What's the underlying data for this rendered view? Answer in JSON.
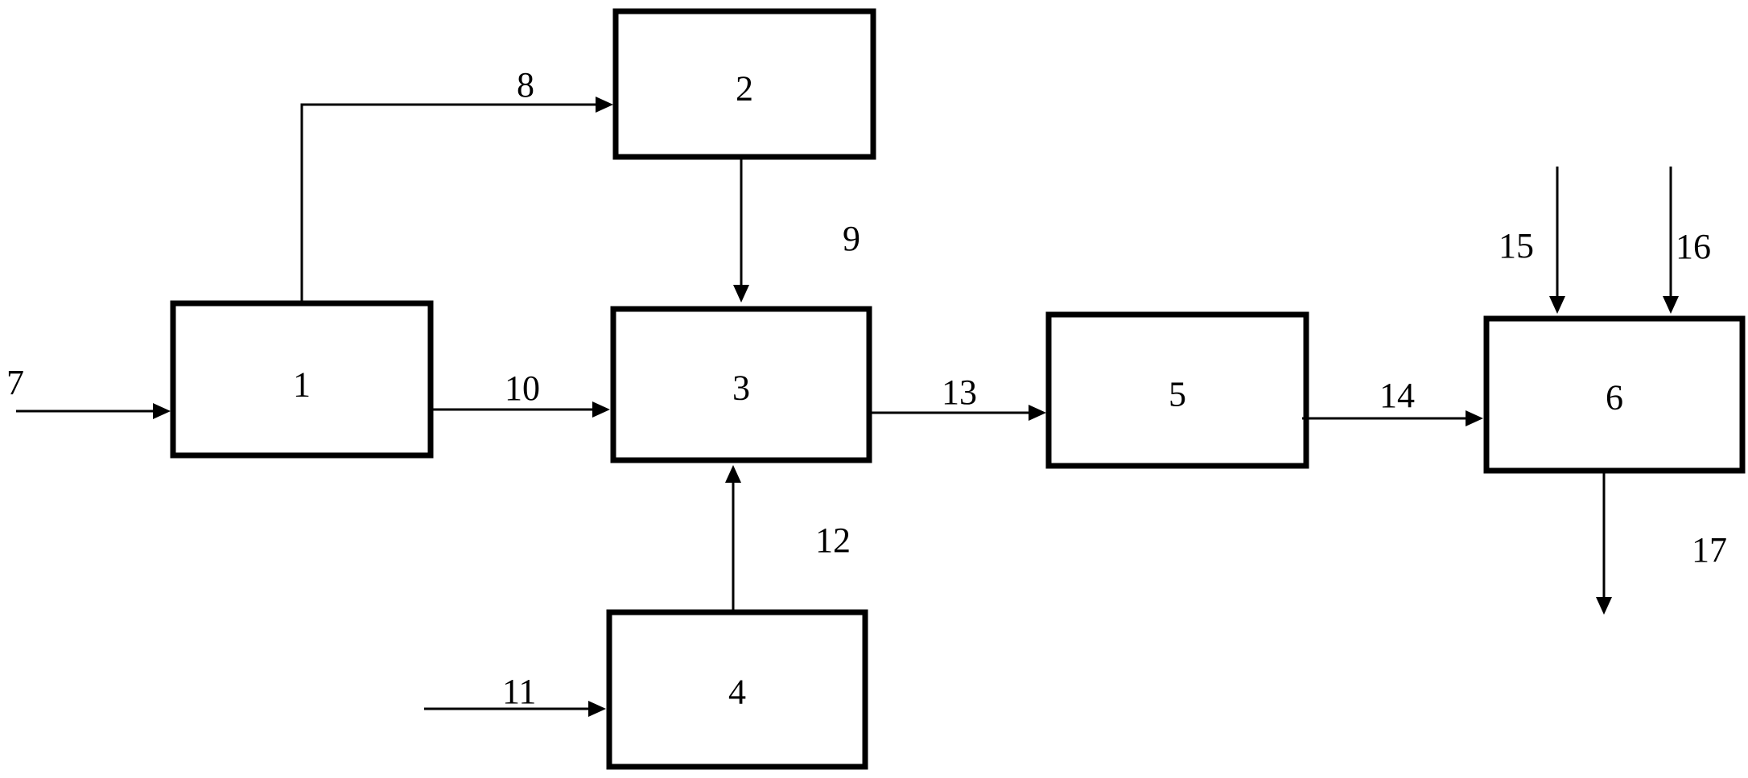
{
  "diagram": {
    "boxes": {
      "b1": "1",
      "b2": "2",
      "b3": "3",
      "b4": "4",
      "b5": "5",
      "b6": "6"
    },
    "streams": {
      "s7": "7",
      "s8": "8",
      "s9": "9",
      "s10": "10",
      "s11": "11",
      "s12": "12",
      "s13": "13",
      "s14": "14",
      "s15": "15",
      "s16": "16",
      "s17": "17"
    },
    "colors": {
      "line": "#000000",
      "background": "#ffffff"
    }
  }
}
